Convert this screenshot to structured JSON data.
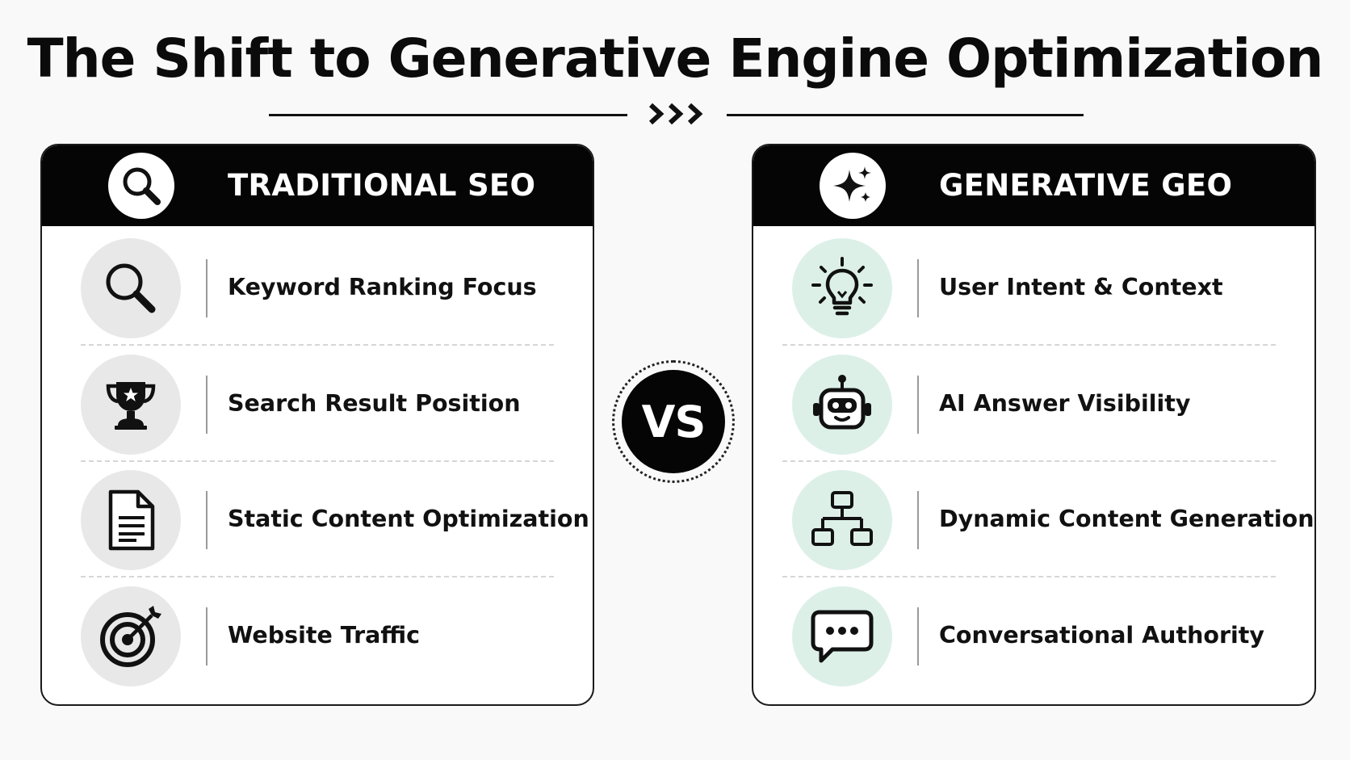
{
  "title": "The Shift to Generative Engine Optimization",
  "vs_label": "VS",
  "colors": {
    "header_bg": "#050505",
    "left_icon_bg": "#e8e8e8",
    "right_icon_bg": "#dcf0e8",
    "text": "#111111"
  },
  "left_panel": {
    "title": "TRADITIONAL SEO",
    "header_icon": "search-icon",
    "items": [
      {
        "label": "Keyword Ranking Focus",
        "icon": "magnifier-icon"
      },
      {
        "label": "Search Result Position",
        "icon": "trophy-icon"
      },
      {
        "label": "Static Content Optimization",
        "icon": "document-icon"
      },
      {
        "label": "Website Traffic",
        "icon": "target-icon"
      }
    ]
  },
  "right_panel": {
    "title": "GENERATIVE GEO",
    "header_icon": "sparkle-icon",
    "items": [
      {
        "label": "User Intent & Context",
        "icon": "lightbulb-icon"
      },
      {
        "label": "AI Answer Visibility",
        "icon": "robot-icon"
      },
      {
        "label": "Dynamic Content Generation",
        "icon": "hierarchy-icon"
      },
      {
        "label": "Conversational Authority",
        "icon": "chat-bubble-icon"
      }
    ]
  }
}
